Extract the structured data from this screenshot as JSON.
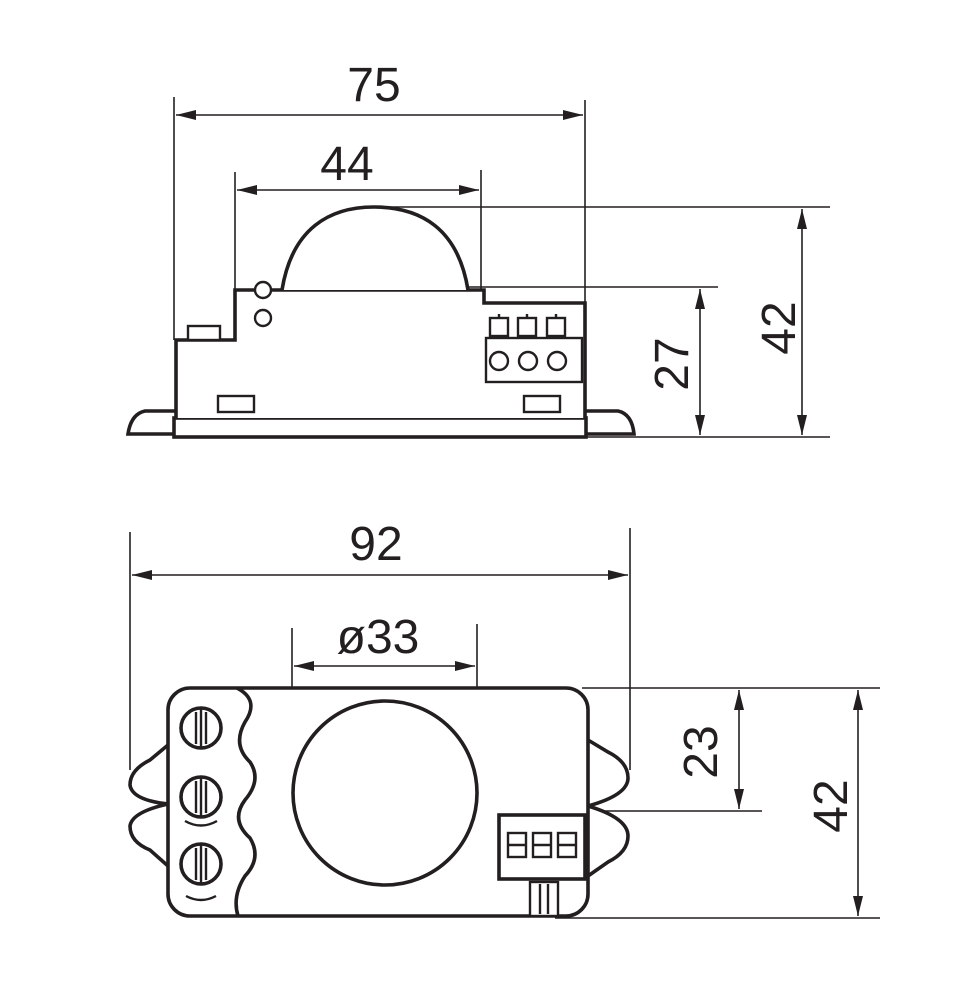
{
  "side_view": {
    "overall_width": "75",
    "dome_width": "44",
    "overall_height": "42",
    "body_height": "27"
  },
  "top_view": {
    "overall_width": "92",
    "lens_diameter": "ø33",
    "body_depth": "23",
    "overall_height": "42"
  },
  "colors": {
    "ink": "#231f20",
    "background": "#ffffff"
  }
}
